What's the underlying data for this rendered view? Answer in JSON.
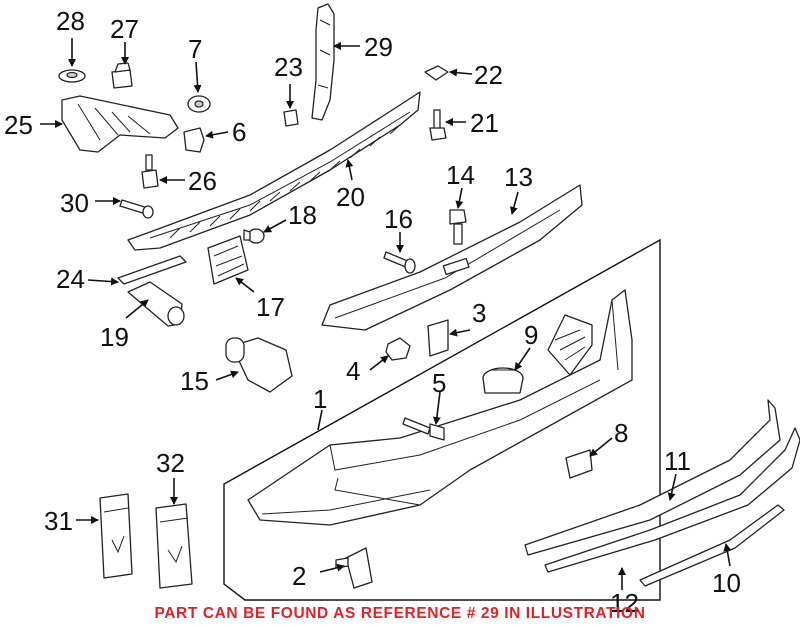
{
  "callouts": [
    "1",
    "2",
    "3",
    "4",
    "5",
    "6",
    "7",
    "8",
    "9",
    "10",
    "11",
    "12",
    "13",
    "14",
    "15",
    "16",
    "17",
    "18",
    "19",
    "20",
    "21",
    "22",
    "23",
    "24",
    "25",
    "26",
    "27",
    "28",
    "29",
    "30",
    "31",
    "32"
  ],
  "footer_note": "PART CAN BE FOUND AS REFERENCE # 29 IN ILLUSTRATION",
  "colors": {
    "note": "#e0222b",
    "lines": "#111111"
  }
}
